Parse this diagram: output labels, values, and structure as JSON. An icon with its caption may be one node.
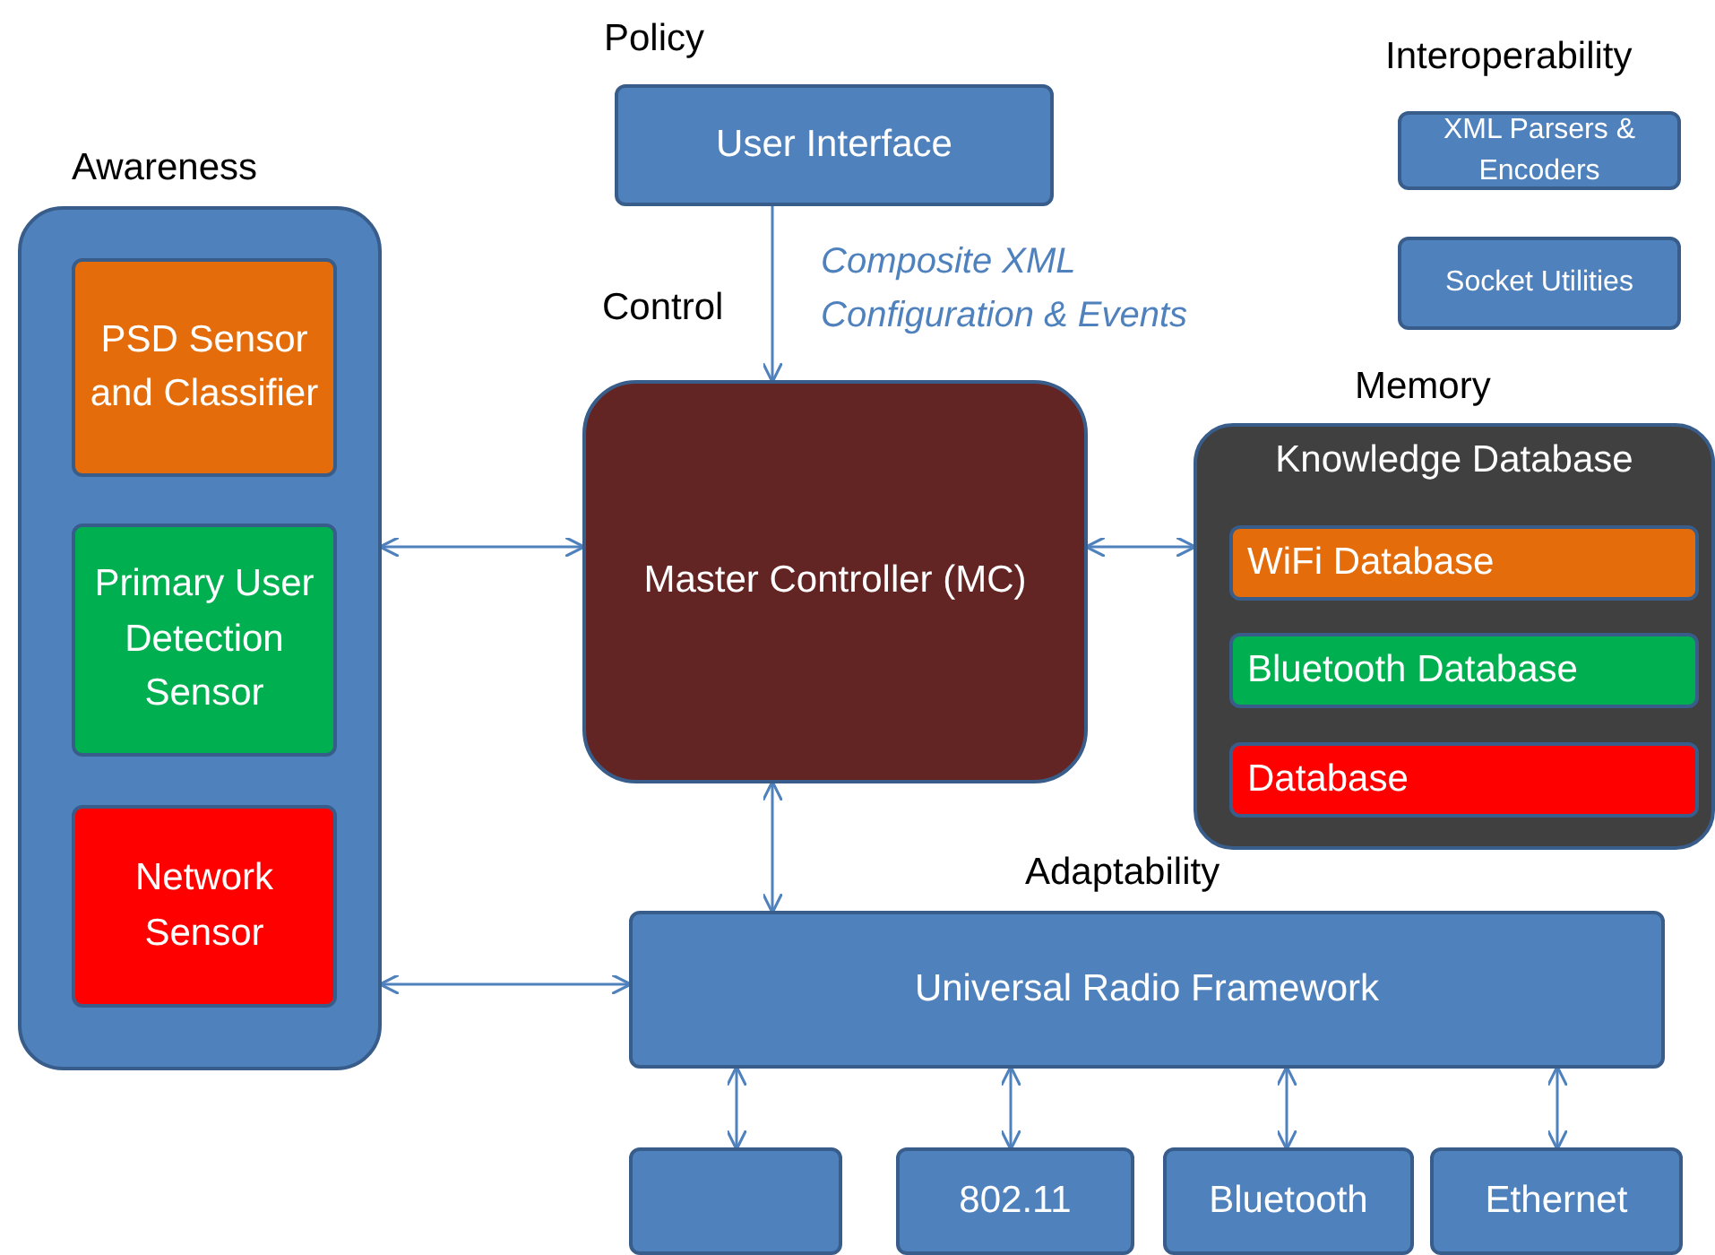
{
  "diagram": {
    "nodes": [
      {
        "text": [
          "Awareness"
        ]
      },
      {
        "text": [
          "PSD Sensor and Classifier"
        ],
        "in": 0
      },
      {
        "text": [
          "Primary User Detection Sensor"
        ],
        "in": 0
      },
      {
        "text": [
          "Network Sensor"
        ],
        "in": 0
      },
      {
        "text": [
          "Policy",
          "User Interface"
        ]
      },
      {
        "text": [
          "Control",
          "Master Controller (MC)"
        ]
      },
      {
        "text": [
          "Memory",
          "Knowledge Database"
        ]
      },
      {
        "text": [
          "WiFi Database"
        ],
        "in": 6
      },
      {
        "text": [
          "Bluetooth Database"
        ],
        "in": 6
      },
      {
        "text": [
          "Database"
        ],
        "in": 6
      },
      {
        "text": [
          "Adaptability",
          "Universal Radio Framework"
        ]
      },
      {
        "text": [],
        "shape": "box"
      },
      {
        "text": [
          "802.11"
        ]
      },
      {
        "text": [
          "Bluetooth"
        ]
      },
      {
        "text": [
          "Ethernet"
        ]
      },
      {
        "text": [
          "Interoperability",
          "XML Parsers & Encoders"
        ]
      },
      {
        "text": [
          "Socket Utilities"
        ]
      }
    ],
    "edges": [
      {
        "from": 4,
        "to": 5,
        "arrow": "to",
        "label": "Composite XML Configuration & Events"
      },
      {
        "from": 0,
        "to": 5,
        "arrow": "both"
      },
      {
        "from": 5,
        "to": 6,
        "arrow": "both"
      },
      {
        "from": 5,
        "to": 10,
        "arrow": "both"
      },
      {
        "from": 0,
        "to": 10,
        "arrow": "both"
      },
      {
        "from": 10,
        "to": 11,
        "arrow": "both"
      },
      {
        "from": 10,
        "to": 12,
        "arrow": "both"
      },
      {
        "from": 10,
        "to": 13,
        "arrow": "both"
      },
      {
        "from": 10,
        "to": 14,
        "arrow": "both"
      }
    ]
  }
}
